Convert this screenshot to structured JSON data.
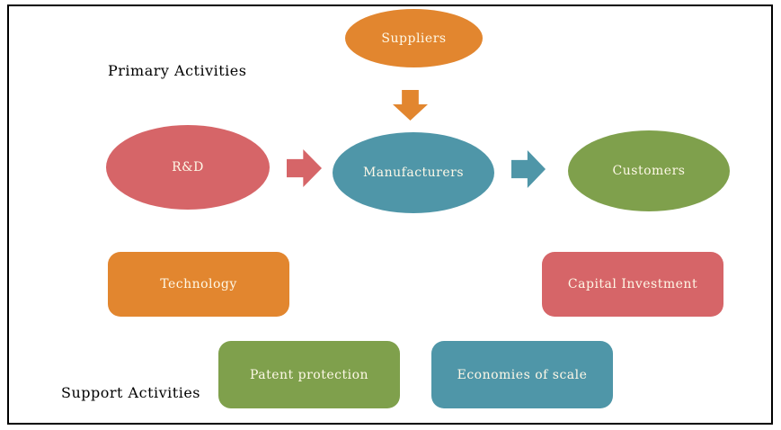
{
  "diagram": {
    "title": "Supply chain / activities diagram",
    "type": "flow-diagram"
  },
  "labels": {
    "primary": "Primary Activities",
    "support": "Support Activities"
  },
  "colors": {
    "orange": "#e2862f",
    "red": "#d66568",
    "teal": "#4f96a8",
    "green": "#7fa04c",
    "shape_text": "#fef8e7",
    "label_text": "#000000",
    "border": "#000000",
    "background": "#ffffff"
  },
  "nodes": {
    "suppliers": {
      "label": "Suppliers",
      "shape": "ellipse",
      "color": "orange"
    },
    "rnd": {
      "label": "R&D",
      "shape": "ellipse",
      "color": "red"
    },
    "manufacturers": {
      "label": "Manufacturers",
      "shape": "ellipse",
      "color": "teal"
    },
    "customers": {
      "label": "Customers",
      "shape": "ellipse",
      "color": "green"
    },
    "technology": {
      "label": "Technology",
      "shape": "rounded-rectangle",
      "color": "orange"
    },
    "capital_investment": {
      "label": "Capital Investment",
      "shape": "rounded-rectangle",
      "color": "red"
    },
    "patent_protection": {
      "label": "Patent protection",
      "shape": "rounded-rectangle",
      "color": "green"
    },
    "economies_of_scale": {
      "label": "Economies of scale",
      "shape": "rounded-rectangle",
      "color": "teal"
    }
  },
  "connectors": [
    {
      "from": "Suppliers",
      "to": "Manufacturers",
      "direction": "down",
      "color": "orange"
    },
    {
      "from": "R&D",
      "to": "Manufacturers",
      "direction": "right",
      "color": "red"
    },
    {
      "from": "Manufacturers",
      "to": "Customers",
      "direction": "right",
      "color": "teal"
    }
  ]
}
